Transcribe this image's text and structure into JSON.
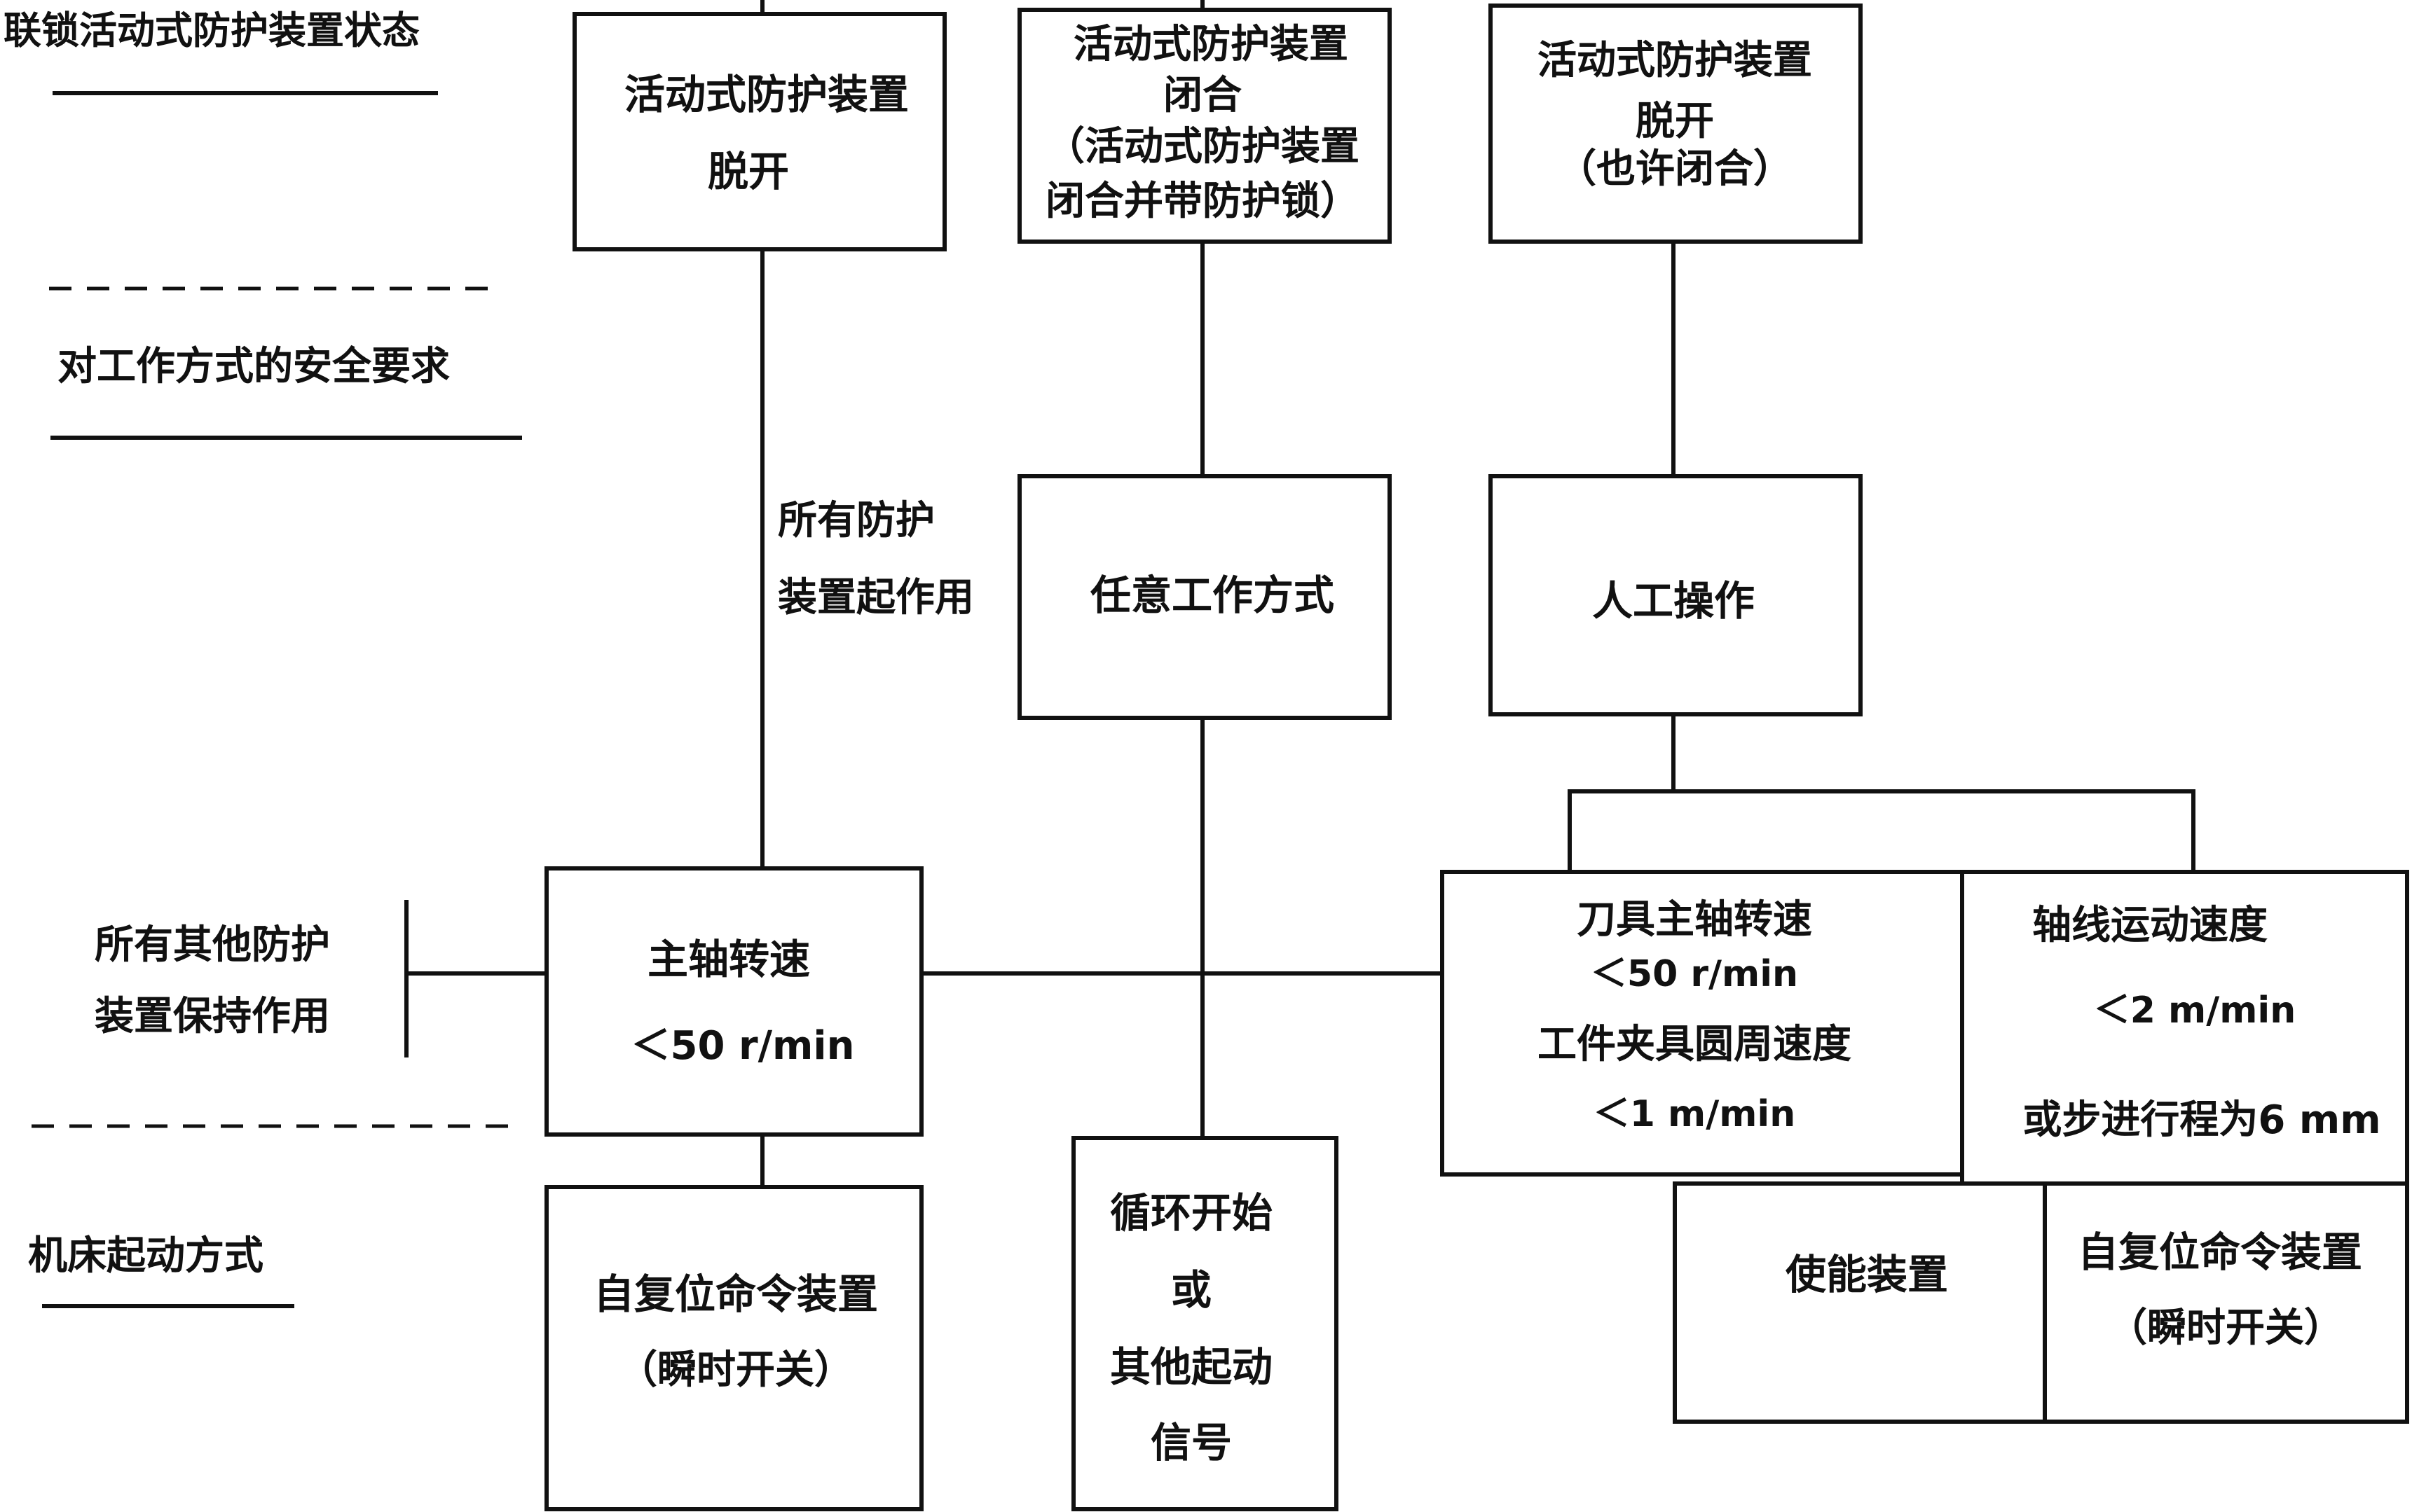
{
  "left_labels": {
    "state_label": "联锁活动式防护装置状态",
    "safety_label": "对工作方式的安全要求",
    "other_guards_line1": "所有其他防护",
    "other_guards_line2": "装置保持作用",
    "start_label": "机床起动方式"
  },
  "states": {
    "open": {
      "line1": "活动式防护装置",
      "line2": "脱开"
    },
    "closed": {
      "line1": "活动式防护装置",
      "line2": "闭合",
      "line3": "（活动式防护装置",
      "line4": "闭合并带防护锁）"
    },
    "open_maybe": {
      "line1": "活动式防护装置",
      "line2": "脱开",
      "line3": "（也许闭合）"
    }
  },
  "all_guards": {
    "line1": "所有防护",
    "line2": "装置起作用"
  },
  "modes": {
    "any_mode": "任意工作方式",
    "manual": "人工操作"
  },
  "limits": {
    "spindle": {
      "line1": "主轴转速",
      "line2": "＜50 r/min"
    },
    "tool": {
      "line1": "刀具主轴转速",
      "line2": "＜50 r/min",
      "line3": "工件夹具圆周速度",
      "line4": "＜1 m/min"
    },
    "axis": {
      "line1": "轴线运动速度",
      "line2": "＜2 m/min",
      "line3": "或步进行程为6 mm"
    }
  },
  "starts": {
    "hold_to_run": {
      "line1": "自复位命令装置",
      "line2": "（瞬时开关）"
    },
    "cycle_start": {
      "line1": "循环开始",
      "line2": "或",
      "line3": "其他起动",
      "line4": "信号"
    },
    "enabling": "使能装置",
    "hold_to_run_2": {
      "line1": "自复位命令装置",
      "line2": "（瞬时开关）"
    }
  }
}
